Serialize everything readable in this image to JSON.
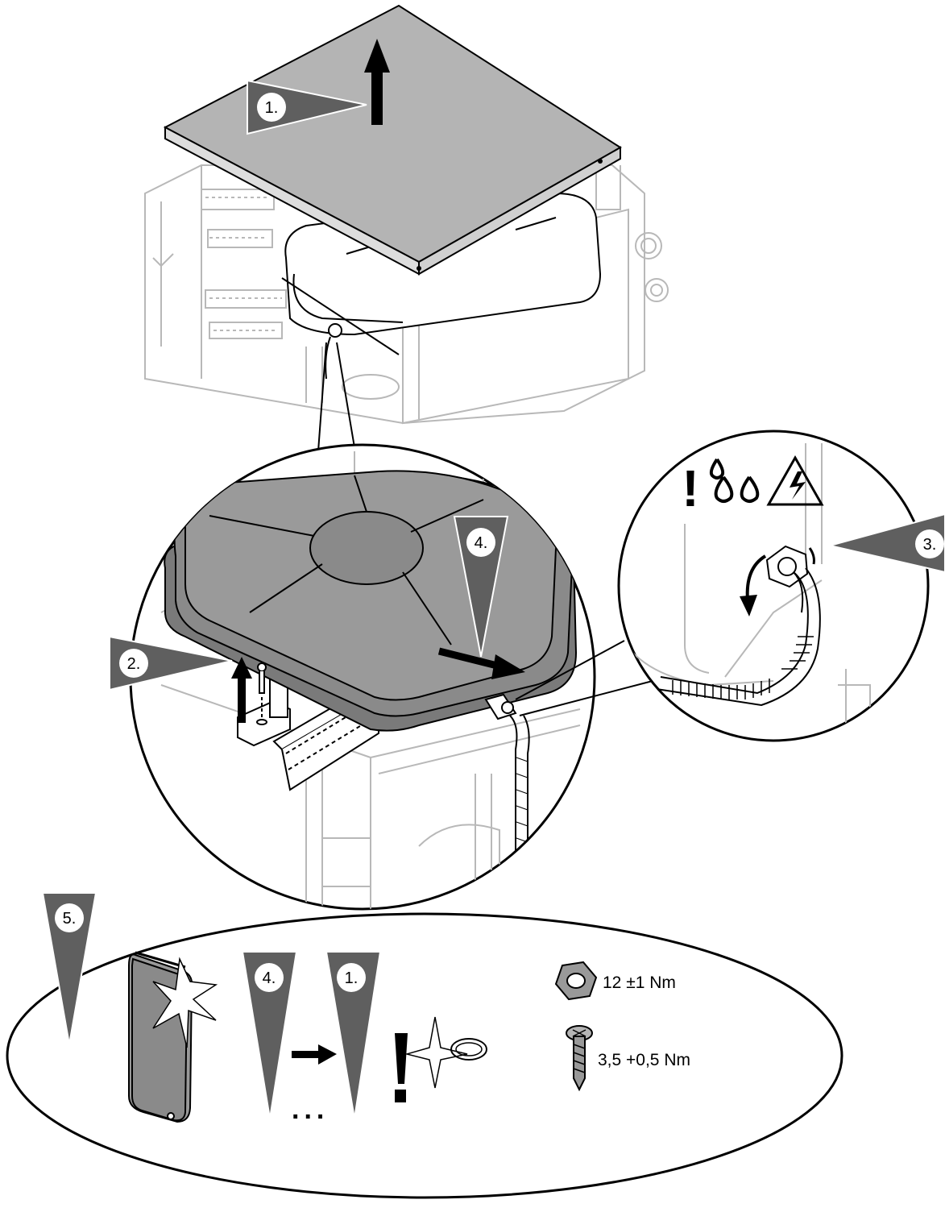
{
  "steps": {
    "step1": "1.",
    "step2": "2.",
    "step3": "3.",
    "step4": "4.",
    "step5": "5.",
    "seq_from": "4.",
    "seq_to": "1."
  },
  "torque": {
    "nut": "12 ±1 Nm",
    "screw": "3,5 +0,5 Nm"
  },
  "warning_mark": "!",
  "ellipsis": "...",
  "icons": {
    "lift": "arrow-up-icon",
    "pull": "arrow-right-icon",
    "loosen": "counterclockwise-arrow-icon",
    "water": "water-drops-icon",
    "electric": "electric-hazard-icon",
    "seal": "sealing-ring-icon",
    "nut": "hex-nut-icon",
    "screw": "screw-icon"
  },
  "colors": {
    "panel": "#b4b4b4",
    "vessel": "#8a8a8a",
    "vessel_dark": "#7a7a7a",
    "step_marker": "#5f5f5f",
    "line_light": "#b8b8b8"
  }
}
